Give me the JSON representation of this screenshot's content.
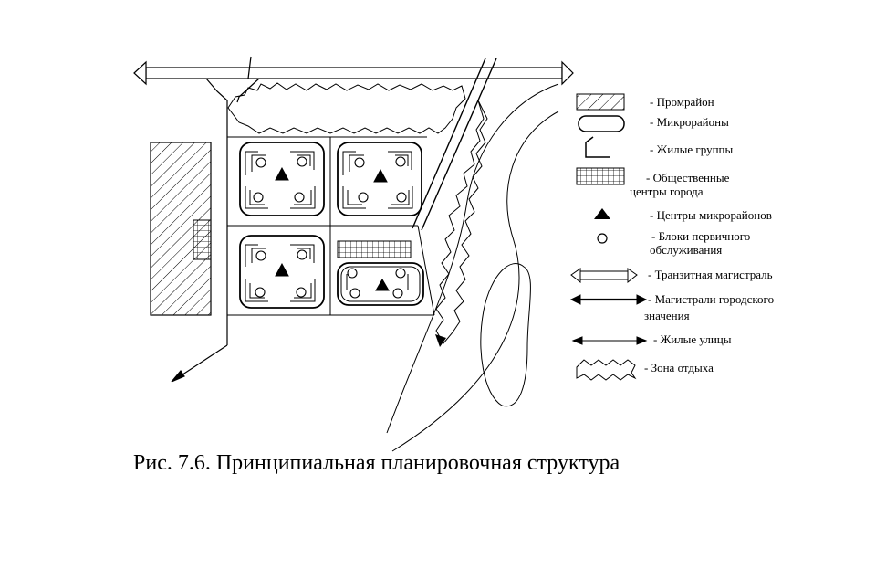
{
  "diagram": {
    "caption": "Рис. 7.6. Принципиальная планировочная структура",
    "legend": [
      {
        "icon": "industrial-zone-icon",
        "label": "- Промрайон"
      },
      {
        "icon": "microdistrict-icon",
        "label": "- Микрорайоны"
      },
      {
        "icon": "residential-group-icon",
        "label": "- Жилые группы"
      },
      {
        "icon": "public-center-icon",
        "label_lines": [
          "- Общественные",
          "центры города"
        ]
      },
      {
        "icon": "triangle-icon",
        "label": "- Центры микрорайонов"
      },
      {
        "icon": "circle-icon",
        "label_lines": [
          "- Блоки первичного",
          "обслуживания"
        ]
      },
      {
        "icon": "transit-highway-icon",
        "label": "- Транзитная магистраль"
      },
      {
        "icon": "city-highway-icon",
        "label_lines": [
          "- Магистрали городского",
          "значения"
        ]
      },
      {
        "icon": "residential-street-icon",
        "label": "- Жилые улицы"
      },
      {
        "icon": "recreation-zone-icon",
        "label": "- Зона отдыха"
      }
    ],
    "colors": {
      "ink": "#000000",
      "background": "#ffffff"
    }
  }
}
